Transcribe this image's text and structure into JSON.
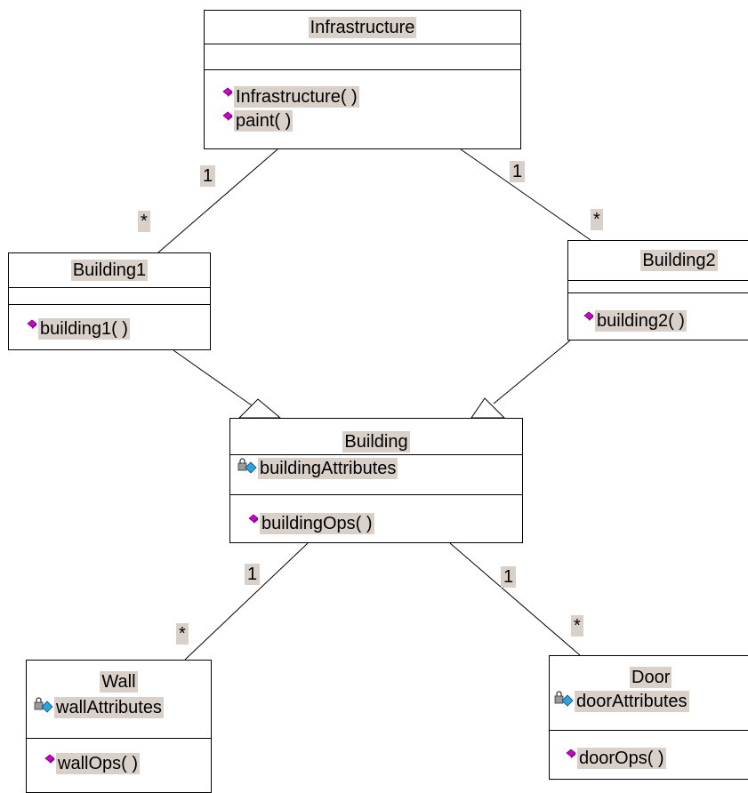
{
  "classes": {
    "infrastructure": {
      "name": "Infrastructure",
      "attributes": [],
      "operations": [
        "Infrastructure( )",
        "paint( )"
      ]
    },
    "building1": {
      "name": "Building1",
      "attributes": [],
      "operations": [
        "building1( )"
      ]
    },
    "building2": {
      "name": "Building2",
      "attributes": [],
      "operations": [
        "building2( )"
      ]
    },
    "building": {
      "name": "Building",
      "attributes": [
        "buildingAttributes"
      ],
      "operations": [
        "buildingOps( )"
      ]
    },
    "wall": {
      "name": "Wall",
      "attributes": [
        "wallAttributes"
      ],
      "operations": [
        "wallOps( )"
      ]
    },
    "door": {
      "name": "Door",
      "attributes": [
        "doorAttributes"
      ],
      "operations": [
        "doorOps( )"
      ]
    }
  },
  "multiplicities": {
    "infra_b1_one": "1",
    "infra_b1_many": "*",
    "infra_b2_one": "1",
    "infra_b2_many": "*",
    "building_wall_one": "1",
    "building_wall_many": "*",
    "building_door_one": "1",
    "building_door_many": "*"
  },
  "relationships": [
    {
      "from": "Infrastructure",
      "to": "Building1",
      "kind": "association"
    },
    {
      "from": "Infrastructure",
      "to": "Building2",
      "kind": "association"
    },
    {
      "from": "Building1",
      "to": "Building",
      "kind": "generalization"
    },
    {
      "from": "Building2",
      "to": "Building",
      "kind": "generalization"
    },
    {
      "from": "Building",
      "to": "Wall",
      "kind": "association"
    },
    {
      "from": "Building",
      "to": "Door",
      "kind": "association"
    }
  ],
  "colors": {
    "label_highlight": "#d9d0c9",
    "operation_icon": "#cc00cc",
    "attribute_icon": "#2aa3e0"
  },
  "icons": {
    "operation": "operation-icon",
    "attribute": "attribute-lock-icon"
  }
}
